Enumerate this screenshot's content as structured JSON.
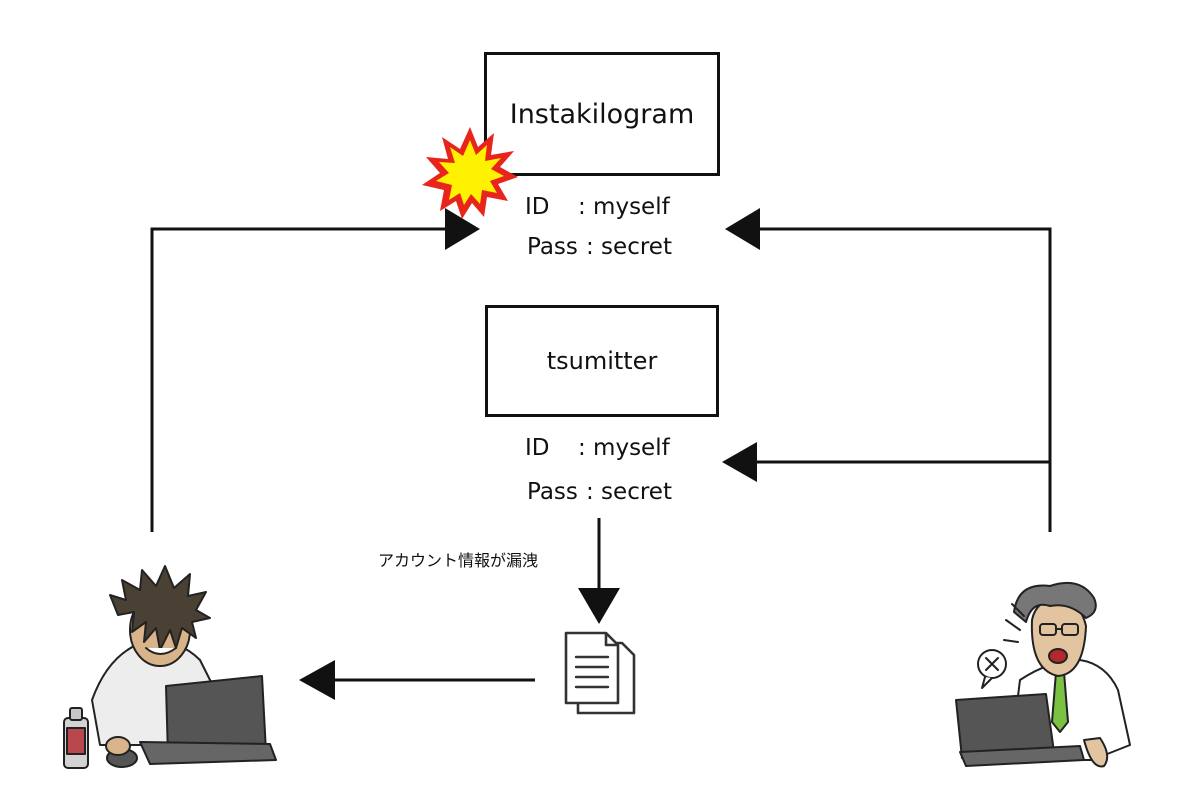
{
  "services": [
    {
      "name": "Instakilogram",
      "id_label": "ID",
      "id_value": ": myself",
      "pass_label": "Pass",
      "pass_value": ": secret"
    },
    {
      "name": "tsumitter",
      "id_label": "ID",
      "id_value": ": myself",
      "pass_label": "Pass",
      "pass_value": ": secret"
    }
  ],
  "leak_label": "アカウント情報が漏洩",
  "colors": {
    "line": "#111111",
    "burst_outer": "#e8241c",
    "burst_inner": "#fff200",
    "laptop": "#555555",
    "tie": "#7bc143"
  },
  "icons": [
    "explosion-icon",
    "document-icon",
    "attacker-illustration",
    "victim-illustration"
  ]
}
